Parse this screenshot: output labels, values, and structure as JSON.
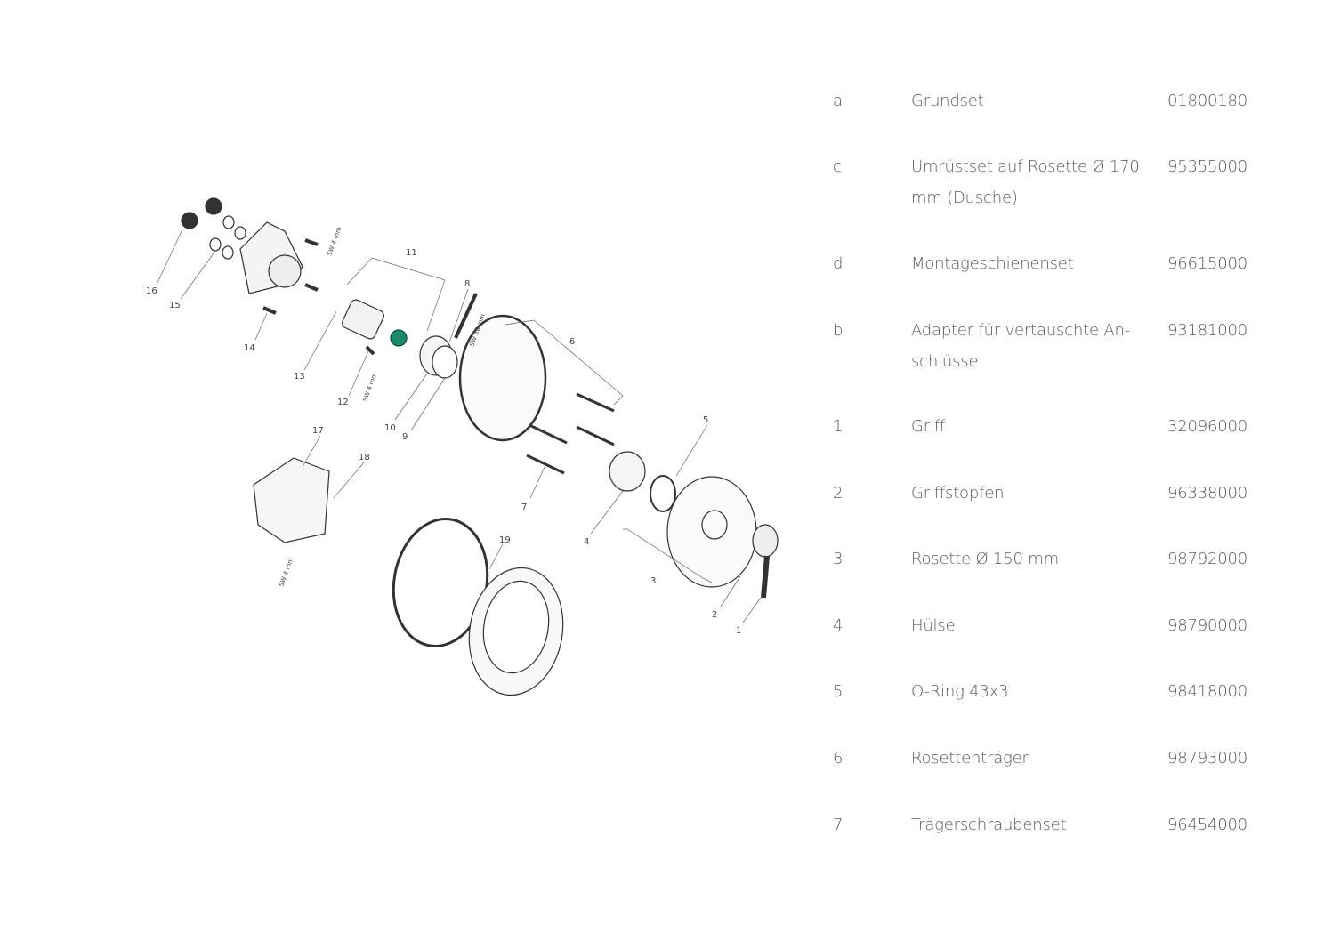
{
  "parts": [
    {
      "pos": "a",
      "name": "Grundset",
      "number": "01800180"
    },
    {
      "pos": "c",
      "name": "Umrüstset auf Rosette Ø 170",
      "name2": "mm (Dusche)",
      "number": "95355000"
    },
    {
      "pos": "d",
      "name": "Montageschienenset",
      "number": "96615000"
    },
    {
      "pos": "b",
      "name": "Adapter für vertauschte An-",
      "name2": "schlüsse",
      "number": "93181000"
    },
    {
      "pos": "1",
      "name": "Griff",
      "number": "32096000"
    },
    {
      "pos": "2",
      "name": "Griffstopfen",
      "number": "96338000"
    },
    {
      "pos": "3",
      "name": "Rosette Ø 150 mm",
      "number": "98792000"
    },
    {
      "pos": "4",
      "name": "Hülse",
      "number": "98790000"
    },
    {
      "pos": "5",
      "name": "O-Ring 43x3",
      "number": "98418000"
    },
    {
      "pos": "6",
      "name": "Rosettenträger",
      "number": "98793000"
    },
    {
      "pos": "7",
      "name": "Trägerschraubenset",
      "number": "96454000"
    }
  ],
  "diagram": {
    "callouts": {
      "c1": "1",
      "c2": "2",
      "c3": "3",
      "c4": "4",
      "c5": "5",
      "c6": "6",
      "c7": "7",
      "c8": "8",
      "c9": "9",
      "c10": "10",
      "c11": "11",
      "c12": "12",
      "c13": "13",
      "c14": "14",
      "c15": "15",
      "c16": "16",
      "c17": "17",
      "c18": "18",
      "c19": "19"
    },
    "tool_labels": {
      "sw4a": "SW 4 mm",
      "sw4b": "SW 4 mm",
      "sw4c": "SW 4 mm",
      "sw38": "SW 38 mm"
    },
    "accent_color": "#1a8a6a"
  }
}
